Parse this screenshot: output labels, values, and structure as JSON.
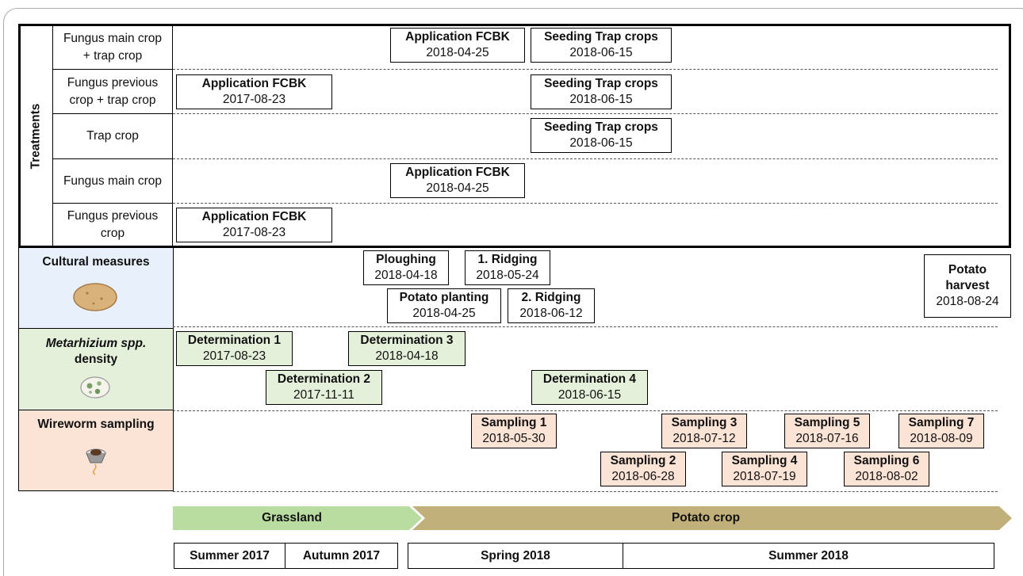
{
  "treatments_label": "Treatments",
  "treatments": [
    {
      "label_line1": "Fungus main crop",
      "label_line2": "+ trap crop"
    },
    {
      "label_line1": "Fungus previous",
      "label_line2": "crop + trap crop"
    },
    {
      "label_line1": "Trap crop",
      "label_line2": ""
    },
    {
      "label_line1": "Fungus main crop",
      "label_line2": ""
    },
    {
      "label_line1": "Fungus previous",
      "label_line2": "crop"
    }
  ],
  "events": {
    "t1_app": {
      "title": "Application FCBK",
      "date": "2018-04-25"
    },
    "t1_seed": {
      "title": "Seeding Trap crops",
      "date": "2018-06-15"
    },
    "t2_app": {
      "title": "Application FCBK",
      "date": "2017-08-23"
    },
    "t2_seed": {
      "title": "Seeding Trap crops",
      "date": "2018-06-15"
    },
    "t3_seed": {
      "title": "Seeding Trap crops",
      "date": "2018-06-15"
    },
    "t4_app": {
      "title": "Application FCBK",
      "date": "2018-04-25"
    },
    "t5_app": {
      "title": "Application FCBK",
      "date": "2017-08-23"
    },
    "ploughing": {
      "title": "Ploughing",
      "date": "2018-04-18"
    },
    "ridging1": {
      "title": "1. Ridging",
      "date": "2018-05-24"
    },
    "planting": {
      "title": "Potato planting",
      "date": "2018-04-25"
    },
    "ridging2": {
      "title": "2. Ridging",
      "date": "2018-06-12"
    },
    "harvest": {
      "title1": "Potato",
      "title2": "harvest",
      "date": "2018-08-24"
    },
    "det1": {
      "title": "Determination 1",
      "date": "2017-08-23"
    },
    "det2": {
      "title": "Determination 2",
      "date": "2017-11-11"
    },
    "det3": {
      "title": "Determination 3",
      "date": "2018-04-18"
    },
    "det4": {
      "title": "Determination 4",
      "date": "2018-06-15"
    },
    "s1": {
      "title": "Sampling 1",
      "date": "2018-05-30"
    },
    "s2": {
      "title": "Sampling 2",
      "date": "2018-06-28"
    },
    "s3": {
      "title": "Sampling 3",
      "date": "2018-07-12"
    },
    "s4": {
      "title": "Sampling 4",
      "date": "2018-07-19"
    },
    "s5": {
      "title": "Sampling 5",
      "date": "2018-07-16"
    },
    "s6": {
      "title": "Sampling 6",
      "date": "2018-08-02"
    },
    "s7": {
      "title": "Sampling 7",
      "date": "2018-08-09"
    }
  },
  "categories": {
    "cultural": "Cultural measures",
    "metarhizium_italic": "Metarhizium spp.",
    "metarhizium_rest": "density",
    "wireworm": "Wireworm sampling"
  },
  "phases": {
    "grassland": "Grassland",
    "potato": "Potato crop"
  },
  "seasons": [
    "Summer 2017",
    "Autumn 2017",
    "Spring 2018",
    "Summer 2018"
  ],
  "colors": {
    "green": "#e4f0da",
    "blue": "#e8f0fb",
    "peach": "#fbe3d6",
    "grassland": "#b9dca0",
    "potato": "#c2b07a"
  }
}
